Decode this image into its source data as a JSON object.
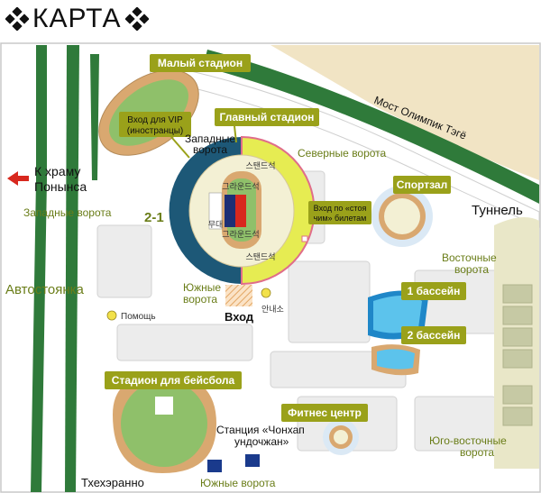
{
  "header": {
    "title": "КАРТА",
    "diamond_color": "#111111"
  },
  "colors": {
    "callout_fill": "#9aa11a",
    "label_green": "#6a7d18",
    "road_green": "#2f7a3a",
    "grass": "#8fc06a",
    "track": "#d9a870",
    "stadium_yellow": "#e6ec52",
    "stadium_blue": "#1d5877",
    "pool_blue": "#3aa8d8",
    "building_gray": "#e6e6e6",
    "station_blue": "#1a3a8c",
    "arrow_red": "#d8281e",
    "info_dot": "#f2e14a"
  },
  "map": {
    "callouts": {
      "small_stadium": "Малый стадион",
      "main_stadium": "Главный стадион",
      "gym": "Спортзал",
      "pool1": "1 бассейн",
      "pool2": "2 бассейн",
      "baseball": "Стадион для бейсбола",
      "fitness": "Фитнес центр"
    },
    "vip": {
      "line1": "Вход для VIP",
      "line2": "(иностранцы)"
    },
    "standing": {
      "line1": "Вход по «стоя",
      "line2": "чим» билетам"
    },
    "labels": {
      "to_temple_line1": "К храму",
      "to_temple_line2": "Понынса",
      "west_gate_left": "Западные ворота",
      "west_gate_stadium_line1": "Западные",
      "west_gate_stadium_line2": "ворота",
      "north_gate": "Северные ворота",
      "tunnel": "Туннель",
      "east_gate_line1": "Восточные",
      "east_gate_line2": "ворота",
      "parking": "Автостоянка",
      "south_gate_stadium_line1": "Южные",
      "south_gate_stadium_line2": "ворота",
      "entrance": "Вход",
      "help": "Помощь",
      "info_kr": "안내소",
      "section_21": "2-1",
      "bridge": "Мост Олимпик Тэгё",
      "station_line1": "Станция «Чонхап",
      "station_line2": "ундочжан»",
      "south_gate_bottom": "Южные ворота",
      "southeast_gate": "Юго-восточные",
      "southeast_gate_line2": "ворота",
      "tehyeranno": "Тхехэранно"
    },
    "stadium_kr": {
      "stand_top": "스탠드석",
      "stand_bottom": "스탠드석",
      "ground_top": "그라운드석",
      "ground_bottom": "그라운드석",
      "stage": "무대"
    },
    "icons": [
      "red-arrow-icon",
      "info-dot-icon",
      "diamond-icon"
    ]
  }
}
